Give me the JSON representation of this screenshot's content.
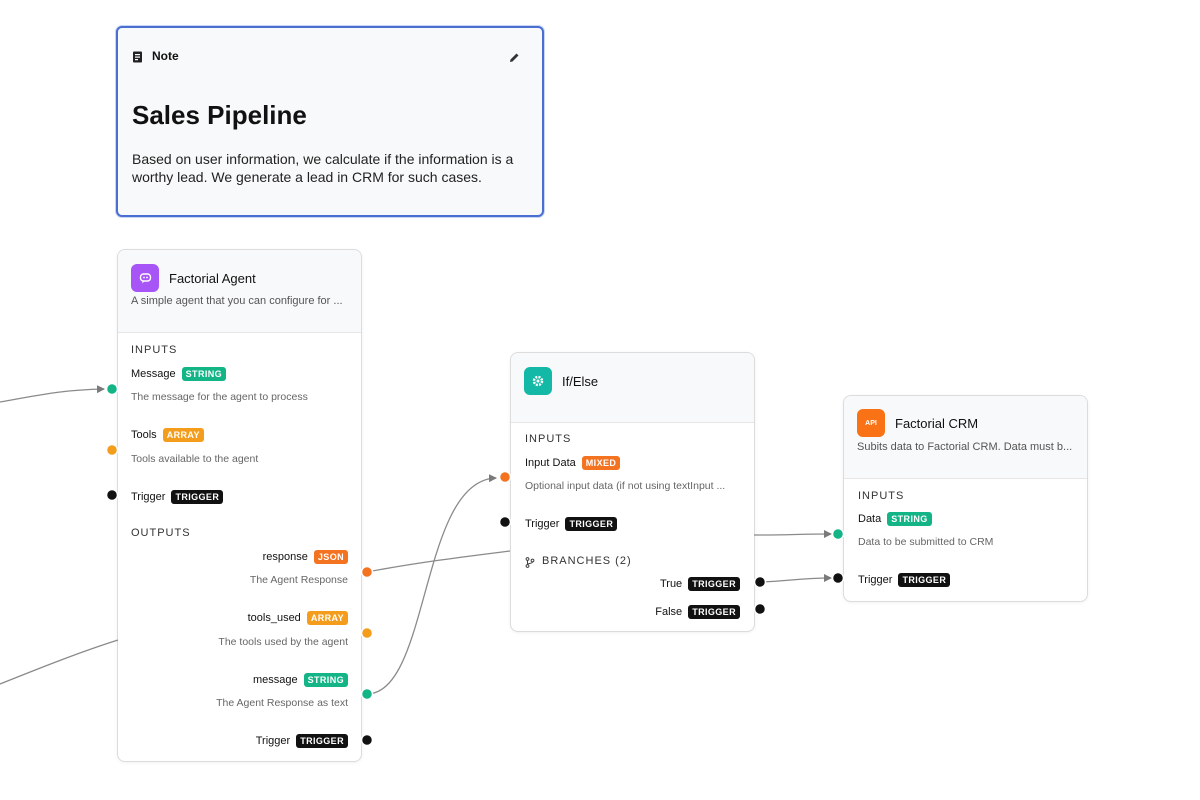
{
  "note": {
    "header_label": "Note",
    "title": "Sales Pipeline",
    "body": "Based on user information, we calculate if the information is a worthy lead. We generate a lead in CRM for such cases."
  },
  "agent": {
    "title": "Factorial Agent",
    "description": "A simple agent that you can configure for ...",
    "inputs_label": "INPUTS",
    "outputs_label": "OUTPUTS",
    "inputs": [
      {
        "label": "Message",
        "type": "STRING",
        "description": "The message for the agent to process"
      },
      {
        "label": "Tools",
        "type": "ARRAY",
        "description": "Tools available to the agent"
      },
      {
        "label": "Trigger",
        "type": "TRIGGER"
      }
    ],
    "outputs": [
      {
        "label": "response",
        "type": "JSON",
        "description": "The Agent Response"
      },
      {
        "label": "tools_used",
        "type": "ARRAY",
        "description": "The tools used by the agent"
      },
      {
        "label": "message",
        "type": "STRING",
        "description": "The Agent Response as text"
      },
      {
        "label": "Trigger",
        "type": "TRIGGER"
      }
    ]
  },
  "ifelse": {
    "title": "If/Else",
    "inputs_label": "INPUTS",
    "inputs": [
      {
        "label": "Input Data",
        "type": "MIXED",
        "description": "Optional input data (if not using textInput ..."
      },
      {
        "label": "Trigger",
        "type": "TRIGGER"
      }
    ],
    "branches_label": "BRANCHES (2)",
    "branches": [
      {
        "label": "True",
        "type": "TRIGGER"
      },
      {
        "label": "False",
        "type": "TRIGGER"
      }
    ]
  },
  "crm": {
    "title": "Factorial CRM",
    "icon_text": "API",
    "description": "Subits data to Factorial CRM. Data must b...",
    "inputs_label": "INPUTS",
    "inputs": [
      {
        "label": "Data",
        "type": "STRING",
        "description": "Data to be submitted to CRM"
      },
      {
        "label": "Trigger",
        "type": "TRIGGER"
      }
    ]
  },
  "colors": {
    "string": "#13b486",
    "array": "#f49c1c",
    "trigger": "#111111",
    "json": "#f47321",
    "agent_icon": "#a855f7",
    "ifelse_icon": "#14b8a6",
    "crm_icon": "#f97316",
    "note_border": "#4a6fd1",
    "edge": "#8a8a8a"
  },
  "icons": {
    "note": "document-icon",
    "edit": "pencil-icon",
    "agent": "chat-bot-icon",
    "ifelse": "gear-icon",
    "crm": "api-icon",
    "branches": "git-branch-icon"
  }
}
